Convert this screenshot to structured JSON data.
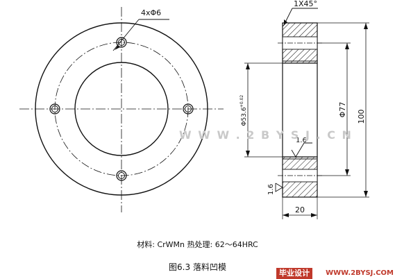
{
  "labels": {
    "holes": "4xΦ6",
    "chamfer": "1X45°",
    "dia_inner": "Φ53.6",
    "dia_inner_tol": "+0.02",
    "dia_77": "Φ77",
    "dia_100": "100",
    "rough_top": "1.6",
    "rough_side": "1.6",
    "width": "20"
  },
  "caption": {
    "material": "材料: CrWMn  热处理: 62～64HRC",
    "figure": "图6.3  落料凹模"
  },
  "watermark": "W W W . 2 B Y S J . C N",
  "footer": {
    "left": "毕业设计",
    "right": "WWW.2BYSJ.COM"
  },
  "colors": {
    "ink": "#111111",
    "watermark": "#c9c9c9",
    "footer": "#c0392b"
  }
}
